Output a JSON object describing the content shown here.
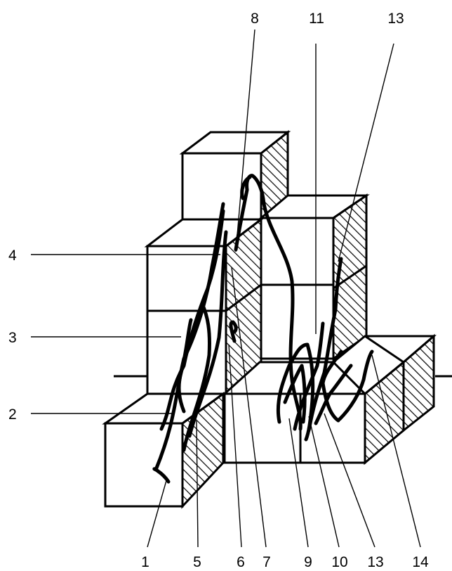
{
  "figure": {
    "labels": {
      "top": [
        "8",
        "11",
        "13"
      ],
      "left": [
        "4",
        "3",
        "2"
      ],
      "bottom": [
        "1",
        "5",
        "6",
        "7",
        "9",
        "10",
        "13",
        "14"
      ]
    }
  }
}
